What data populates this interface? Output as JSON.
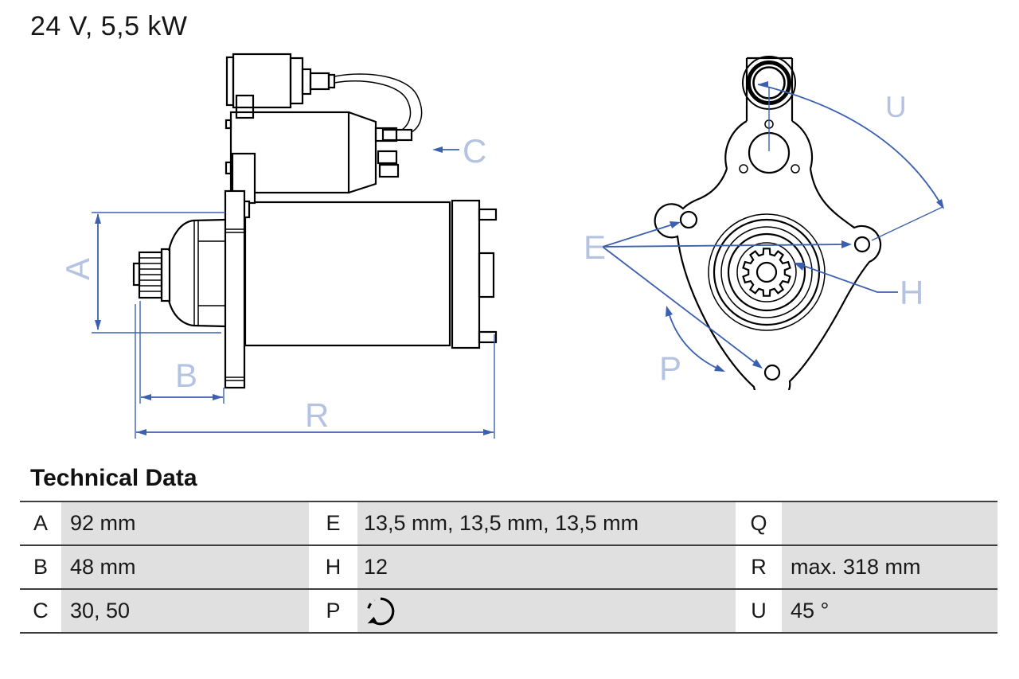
{
  "title": "24 V, 5,5 kW",
  "table": {
    "heading": "Technical Data",
    "rows": [
      {
        "cells": [
          {
            "key": "A",
            "value": "92 mm"
          },
          {
            "key": "E",
            "value": "13,5 mm, 13,5 mm, 13,5 mm"
          },
          {
            "key": "Q",
            "value": ""
          }
        ]
      },
      {
        "cells": [
          {
            "key": "B",
            "value": "48 mm"
          },
          {
            "key": "H",
            "value": "12"
          },
          {
            "key": "R",
            "value": "max. 318 mm"
          }
        ]
      },
      {
        "cells": [
          {
            "key": "C",
            "value": "30, 50"
          },
          {
            "key": "P",
            "value": "",
            "icon": "rotation-direction-icon"
          },
          {
            "key": "U",
            "value": "45 °"
          }
        ]
      }
    ]
  },
  "diagram_labels": {
    "side_view": {
      "A": "A",
      "B": "B",
      "C": "C",
      "R": "R"
    },
    "front_view": {
      "E": "E",
      "H": "H",
      "P": "P",
      "U": "U"
    }
  },
  "colors": {
    "annotation_blue": "#3c60b0",
    "label_blue": "#b5c3e3",
    "drawing_black": "#000000",
    "table_row_gray": "#e0e0e0",
    "table_line_gray": "#3f3f3f"
  }
}
